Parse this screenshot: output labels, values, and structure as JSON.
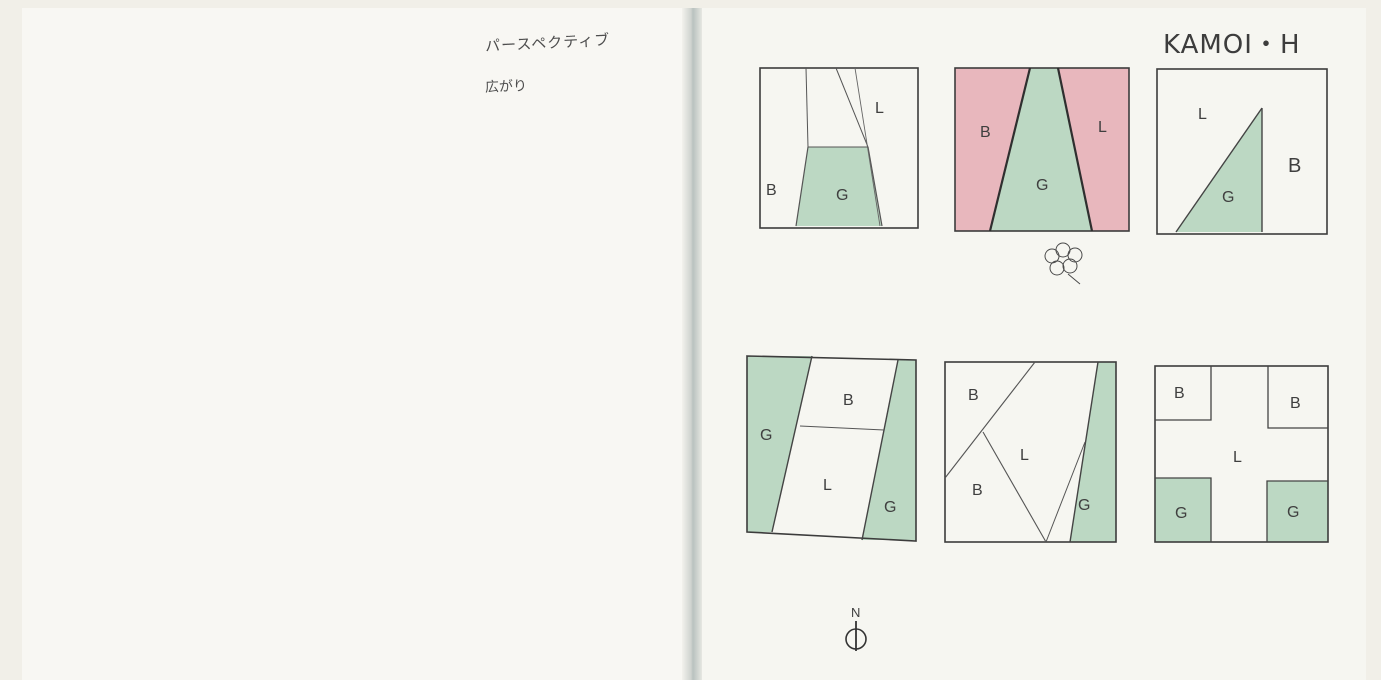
{
  "note": {
    "line1": "パースペクティブ",
    "line2": "広がり"
  },
  "author_label": "KAMOI・H",
  "compass_label": "N",
  "colors": {
    "green_fill": "#bcd8c3",
    "red_fill": "#e8b7bd",
    "pencil": "#3c3c3c"
  },
  "sketches": [
    {
      "name": "sketch-1",
      "labels": [
        "L",
        "B",
        "G"
      ]
    },
    {
      "name": "sketch-2",
      "labels": [
        "B",
        "L",
        "G"
      ]
    },
    {
      "name": "sketch-3",
      "labels": [
        "L",
        "B",
        "G"
      ]
    },
    {
      "name": "sketch-4",
      "labels": [
        "G",
        "B",
        "L",
        "G"
      ]
    },
    {
      "name": "sketch-5",
      "labels": [
        "B",
        "L",
        "B",
        "G"
      ]
    },
    {
      "name": "sketch-6",
      "labels": [
        "B",
        "B",
        "L",
        "G",
        "G"
      ]
    }
  ]
}
